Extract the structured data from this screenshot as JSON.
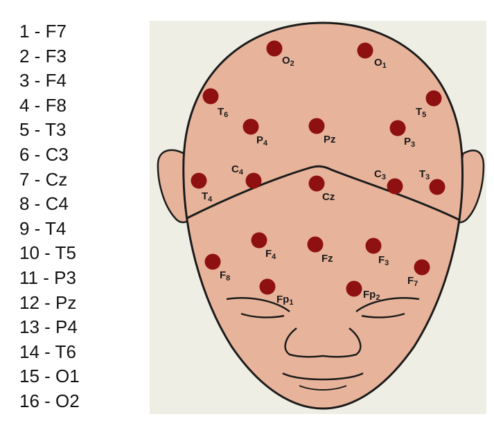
{
  "legend": [
    "1 - F7",
    "2 - F3",
    "3 - F4",
    "4 - F8",
    "5 - T3",
    "6 - C3",
    "7 - Cz",
    "8 - C4",
    "9 - T4",
    "10 - T5",
    "11 - P3",
    "12 - Pz",
    "13 - P4",
    "14 - T6",
    "15 - O1",
    "16 - O2"
  ],
  "colors": {
    "skin": "#e8b39b",
    "outline": "#1b1b1b",
    "electrode": "#8e1010",
    "panel_bg": "#eeeee4",
    "text": "#111111"
  },
  "electrodes": [
    {
      "id": "O2",
      "base": "O",
      "sub": "2"
    },
    {
      "id": "O1",
      "base": "O",
      "sub": "1"
    },
    {
      "id": "T6",
      "base": "T",
      "sub": "6"
    },
    {
      "id": "T5",
      "base": "T",
      "sub": "5"
    },
    {
      "id": "P4",
      "base": "P",
      "sub": "4"
    },
    {
      "id": "Pz",
      "base": "Pz",
      "sub": ""
    },
    {
      "id": "P3",
      "base": "P",
      "sub": "3"
    },
    {
      "id": "T4",
      "base": "T",
      "sub": "4"
    },
    {
      "id": "C4",
      "base": "C",
      "sub": "4"
    },
    {
      "id": "Cz",
      "base": "Cz",
      "sub": ""
    },
    {
      "id": "C3",
      "base": "C",
      "sub": "3"
    },
    {
      "id": "T3",
      "base": "T",
      "sub": "3"
    },
    {
      "id": "F4",
      "base": "F",
      "sub": "4"
    },
    {
      "id": "Fz",
      "base": "Fz",
      "sub": ""
    },
    {
      "id": "F3",
      "base": "F",
      "sub": "3"
    },
    {
      "id": "F8",
      "base": "F",
      "sub": "8"
    },
    {
      "id": "F7",
      "base": "F",
      "sub": "7"
    },
    {
      "id": "Fp1",
      "base": "Fp",
      "sub": "1"
    },
    {
      "id": "Fp2",
      "base": "Fp",
      "sub": "2"
    }
  ]
}
